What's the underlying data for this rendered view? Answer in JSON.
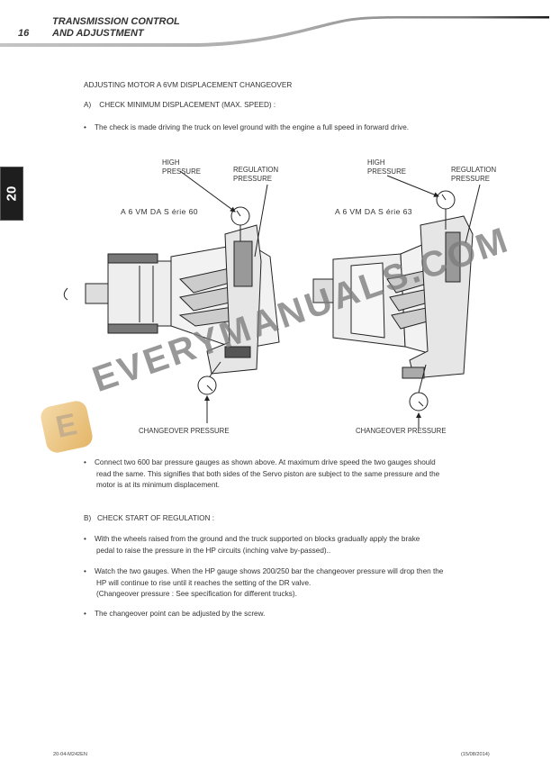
{
  "header": {
    "page_number": "16",
    "title_line1": "TRANSMISSION CONTROL",
    "title_line2": "AND ADJUSTMENT"
  },
  "chapter_tab": "20",
  "section": {
    "title": "ADJUSTING MOTOR A 6VM DISPLACEMENT CHANGEOVER",
    "sub_a": "A)    CHECK MINIMUM DISPLACEMENT (MAX. SPEED) :",
    "bullets_a": [
      {
        "dot": "•",
        "text": "The check is made driving the truck on level ground with the engine a full speed in forward drive."
      }
    ],
    "bullets_a2": [
      {
        "dot": "•",
        "line1": "Connect two 600 bar pressure gauges as shown above. At maximum drive speed the two gauges should",
        "line2": "read the same. This signifies that both sides of the Servo piston are subject to the same pressure and the",
        "line3": "motor is at its minimum displacement."
      }
    ],
    "sub_b": "B)   CHECK START OF REGULATION :",
    "bullets_b": [
      {
        "dot": "•",
        "line1": "With the wheels raised from the ground and the truck supported on blocks gradually apply the brake",
        "line2": "pedal to raise the pressure in the HP circuits (inching valve by-passed).."
      },
      {
        "dot": "•",
        "line1": "Watch the two gauges. When the HP gauge shows 200/250 bar the changeover pressure will drop then the",
        "line2": "HP will continue to rise until it reaches the setting of the DR valve.",
        "line3": "(Changeover pressure : See specification for different trucks)."
      },
      {
        "dot": "•",
        "line1": "The changeover point can be adjusted by the screw."
      }
    ]
  },
  "diagram": {
    "left": {
      "series": "A 6 VM DA S érie 60",
      "high_pressure": [
        "HIGH",
        "PRESSURE"
      ],
      "regulation_pressure": [
        "REGULATION",
        "PRESSURE"
      ],
      "changeover_pressure": "CHANGEOVER PRESSURE"
    },
    "right": {
      "series": "A 6 VM DA S érie 63",
      "high_pressure": [
        "HIGH",
        "PRESSURE"
      ],
      "regulation_pressure": [
        "REGULATION",
        "PRESSURE"
      ],
      "changeover_pressure": "CHANGEOVER PRESSURE"
    }
  },
  "watermark": {
    "logo_letter": "E",
    "text": "EVERYMANUALS.COM",
    "logo_color": "#e8b35e"
  },
  "footer": {
    "doc_code": "20-04-M242EN",
    "date": "(15/08/2014)"
  }
}
